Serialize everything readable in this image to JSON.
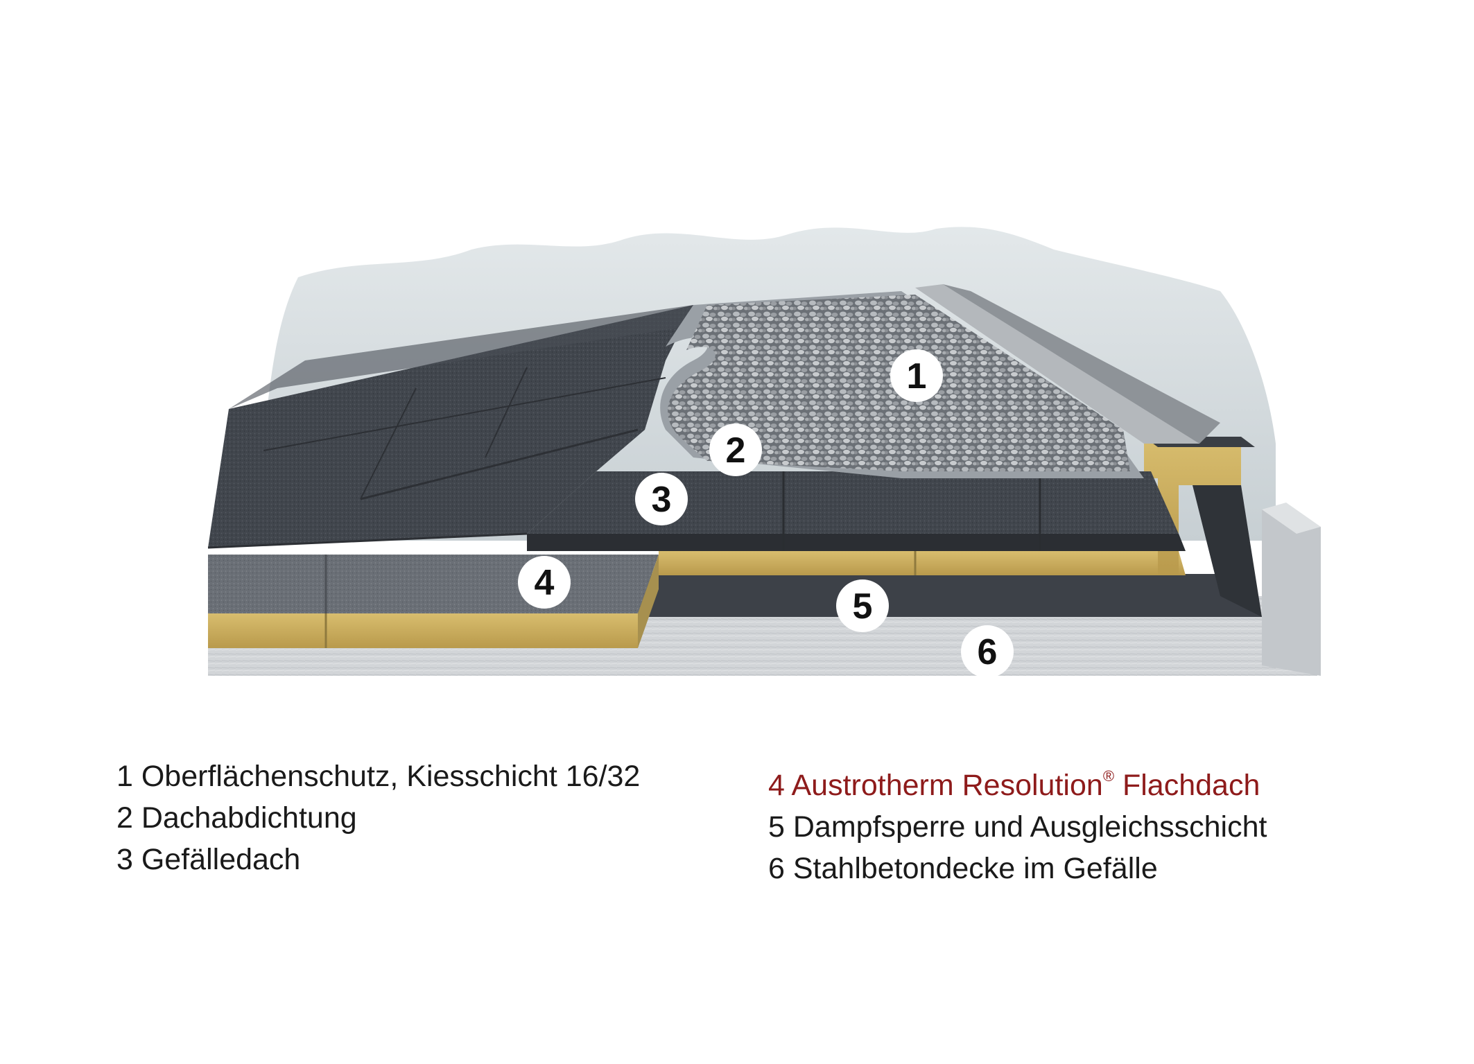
{
  "diagram": {
    "badges": [
      "1",
      "2",
      "3",
      "4",
      "5",
      "6"
    ]
  },
  "legend": {
    "left": [
      {
        "text": "1 Oberflächenschutz, Kiesschicht 16/32"
      },
      {
        "text": "2 Dachabdichtung"
      },
      {
        "text": "3 Gefälledach"
      }
    ],
    "right": [
      {
        "text": "4 Austrotherm Resolution",
        "sup": "®",
        "suffix": " Flachdach"
      },
      {
        "text": "5 Dampfsperre und Ausgleichsschicht"
      },
      {
        "text": "6 Stahlbetondecke im Gefälle"
      }
    ]
  },
  "colors": {
    "highlight": "#8e1b1b",
    "text": "#1a1a1a",
    "insulation_yellow": "#c9ac5f",
    "membrane_dark": "#3a3e44",
    "gravel": "#8c9096",
    "concrete": "#cfd3d6"
  }
}
